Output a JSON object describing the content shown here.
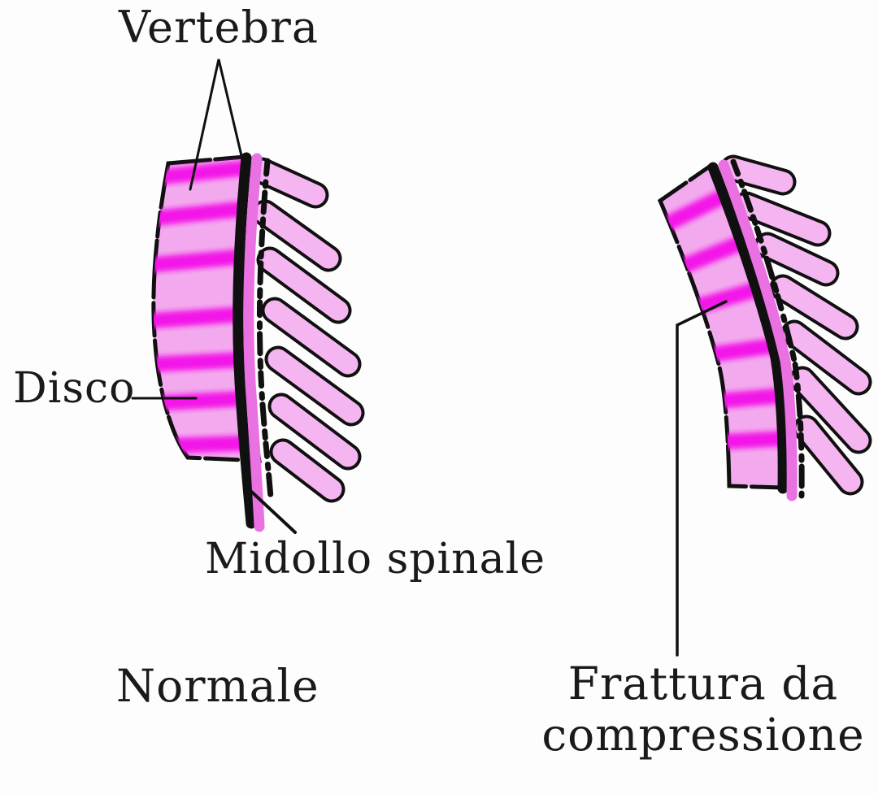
{
  "diagram": {
    "annotations": {
      "vertebra": "Vertebra",
      "disco": "Disco",
      "midollo_spinale": "Midollo spinale"
    },
    "captions": {
      "left_figure": "Normale",
      "right_figure_line1": "Frattura da",
      "right_figure_line2": "compressione"
    },
    "colors": {
      "background": "#fdfdfd",
      "outline": "#101010",
      "vertebra_body": "#f3a9ee",
      "process": "#f5b5f0",
      "disc": "#f318e8",
      "spinal_cord": "#ea71e2",
      "text": "#1a1a1a"
    }
  }
}
